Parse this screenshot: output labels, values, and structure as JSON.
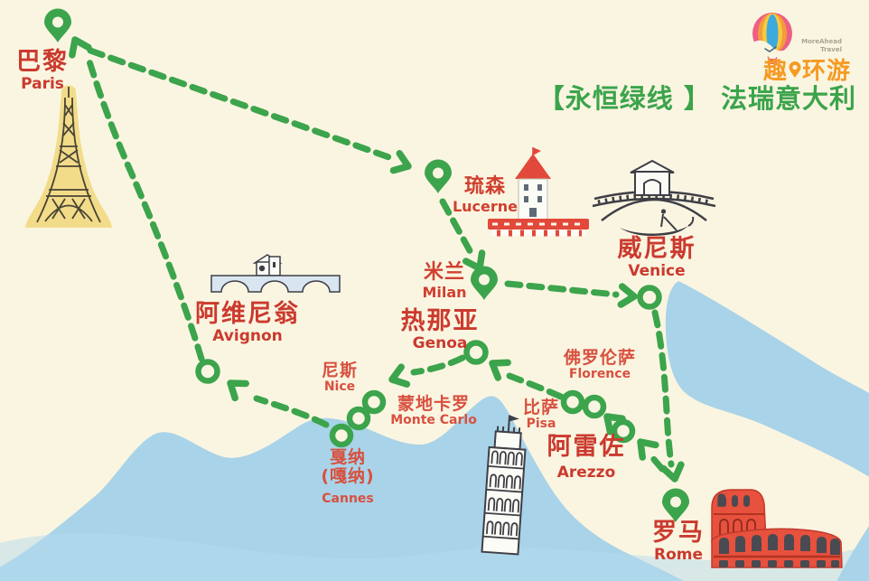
{
  "title": {
    "text": "【永恒绿线 】 法瑞意大利"
  },
  "logo": {
    "brand_zh_pre": "趣",
    "brand_zh_post": "环游",
    "tagline_line1": "MoreAhead",
    "tagline_line2": "Travel"
  },
  "cities": [
    {
      "id": "paris",
      "zh": "巴黎",
      "en": "Paris"
    },
    {
      "id": "lucerne",
      "zh": "琉森",
      "en": "Lucerne"
    },
    {
      "id": "venice",
      "zh": "威尼斯",
      "en": "Venice"
    },
    {
      "id": "milan",
      "zh": "米兰",
      "en": "Milan"
    },
    {
      "id": "avignon",
      "zh": "阿维尼翁",
      "en": "Avignon"
    },
    {
      "id": "genoa",
      "zh": "热那亚",
      "en": "Genoa"
    },
    {
      "id": "nice",
      "zh": "尼斯",
      "en": "Nice"
    },
    {
      "id": "monte-carlo",
      "zh": "蒙地卡罗",
      "en": "Monte Carlo"
    },
    {
      "id": "cannes",
      "zh": "戛纳",
      "zh_alt": "(嘎纳)",
      "en": "Cannes"
    },
    {
      "id": "florence",
      "zh": "佛罗伦萨",
      "en": "Florence"
    },
    {
      "id": "pisa",
      "zh": "比萨",
      "en": "Pisa"
    },
    {
      "id": "arezzo",
      "zh": "阿雷佐",
      "en": "Arezzo"
    },
    {
      "id": "rome",
      "zh": "罗马",
      "en": "Rome"
    }
  ],
  "route": {
    "style": "green-dashed-with-arrows",
    "stops_in_order": [
      "Paris",
      "Lucerne",
      "Milan",
      "Venice",
      "Rome",
      "Arezzo",
      "Florence",
      "Pisa",
      "Genoa",
      "Monte Carlo",
      "Nice",
      "Cannes",
      "Avignon",
      "Paris"
    ],
    "pin_markers": [
      "Paris",
      "Lucerne",
      "Milan",
      "Rome"
    ],
    "ring_waypoints": [
      "Venice",
      "Rome-approach",
      "Arezzo",
      "Florence",
      "Pisa",
      "Genoa",
      "Monte Carlo",
      "Nice",
      "Cannes",
      "Avignon"
    ]
  },
  "landmark_icons": [
    "eiffel-tower-icon",
    "chapel-bridge-lucerne-icon",
    "rialto-bridge-venice-icon",
    "pont-avignon-icon",
    "leaning-tower-pisa-icon",
    "colosseum-rome-icon",
    "hot-air-balloon-logo-icon",
    "map-pin-icon",
    "waypoint-ring-icon",
    "route-arrowhead-icon"
  ],
  "colors": {
    "background_cream": "#FAF5E1",
    "sea_blue": "#A9D3E8",
    "route_green": "#3CA44C",
    "title_green": "#3BA44B",
    "label_red_large": "#CB3A2E",
    "label_red_small": "#D8503F",
    "landmark_red": "#E2493A",
    "colosseum_red": "#E8513D",
    "eiffel_yellow": "#F2DC8A",
    "logo_orange": "#F59A23"
  }
}
